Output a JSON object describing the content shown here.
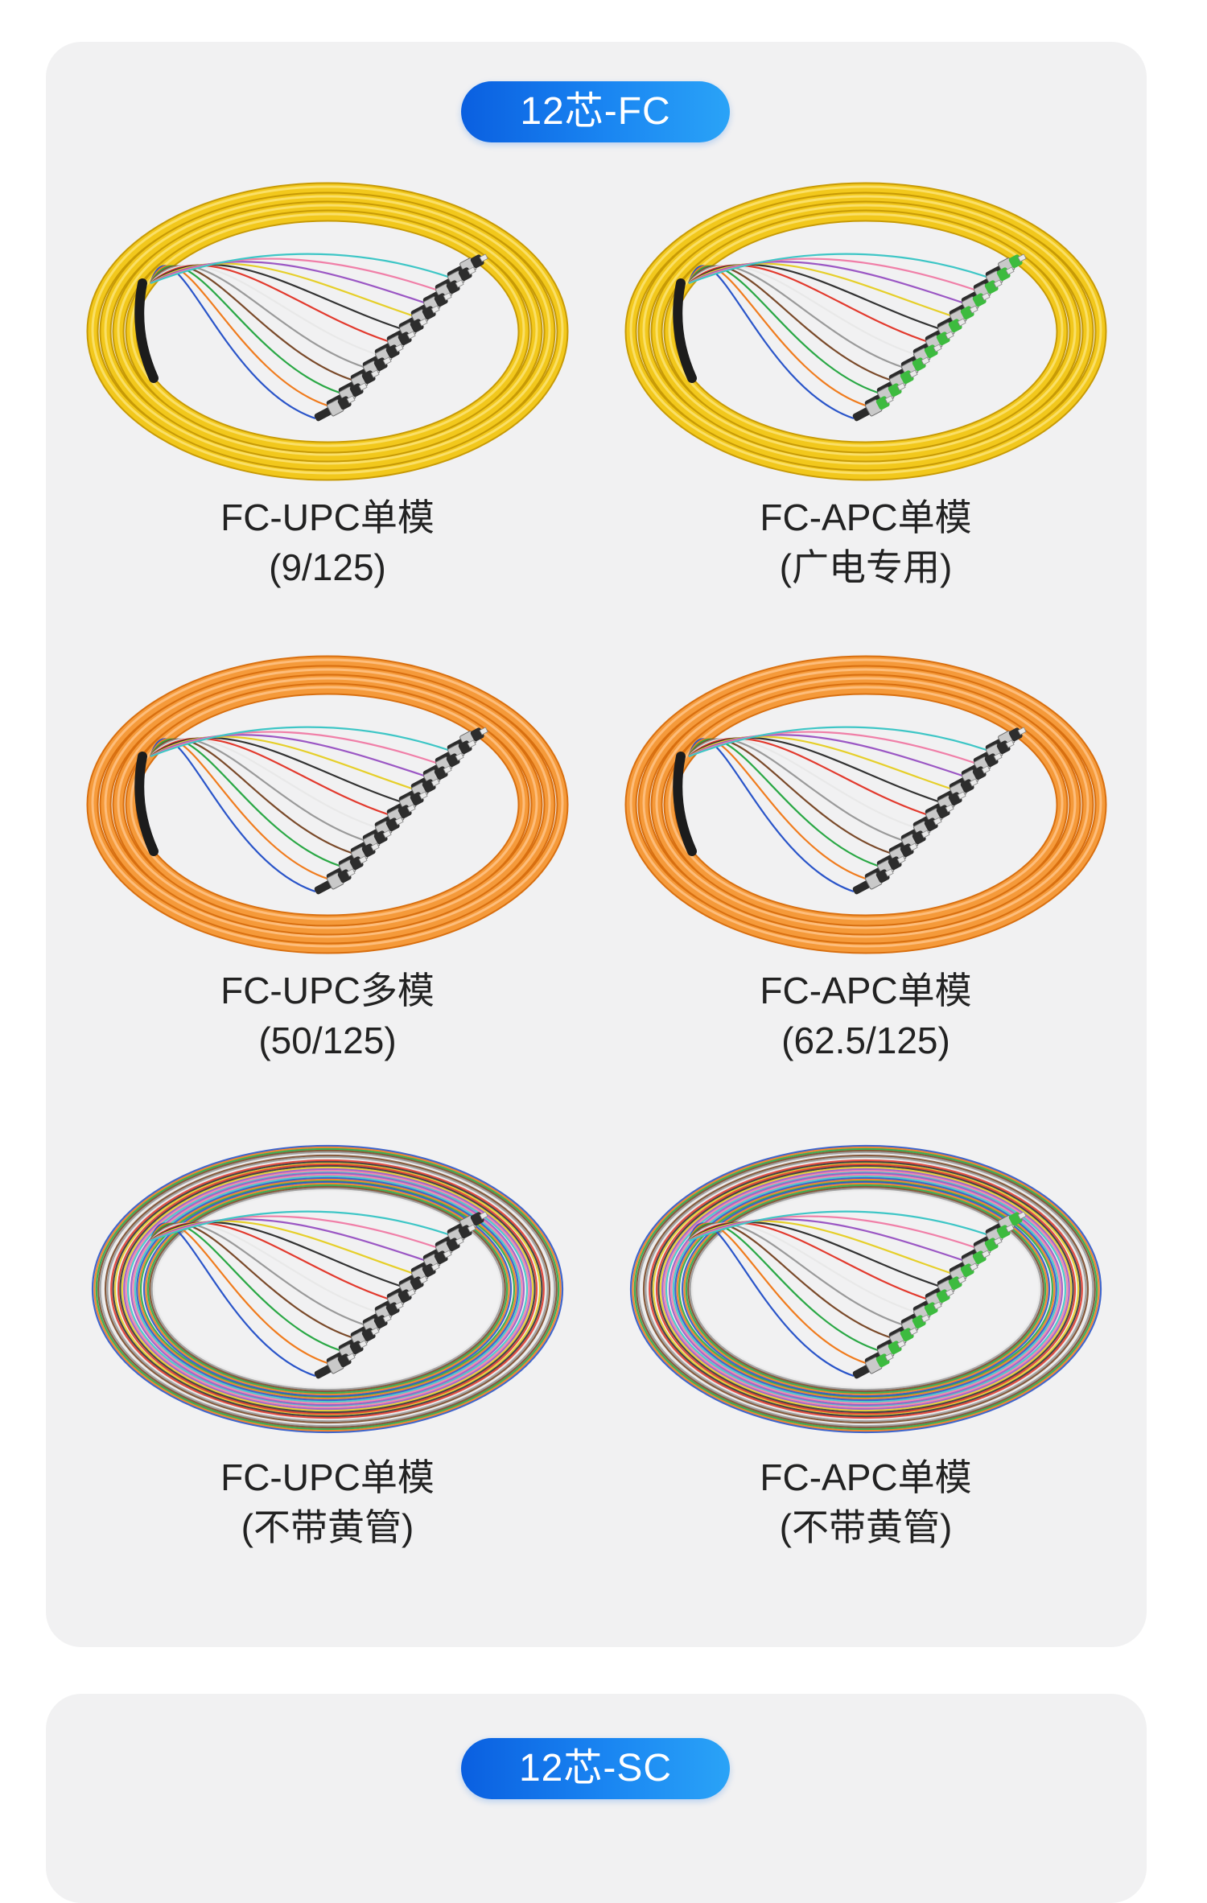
{
  "sections": [
    {
      "badge": "12芯-FC",
      "items": [
        {
          "line1": "FC-UPC单模",
          "line2": "(9/125)",
          "jacket": "yellow",
          "connector": "upc"
        },
        {
          "line1": "FC-APC单模",
          "line2": "(广电专用)",
          "jacket": "yellow",
          "connector": "apc"
        },
        {
          "line1": "FC-UPC多模",
          "line2": "(50/125)",
          "jacket": "orange",
          "connector": "upc"
        },
        {
          "line1": "FC-APC单模",
          "line2": "(62.5/125)",
          "jacket": "orange",
          "connector": "upc"
        },
        {
          "line1": "FC-UPC单模",
          "line2": "(不带黄管)",
          "jacket": "bare",
          "connector": "upc"
        },
        {
          "line1": "FC-APC单模",
          "line2": "(不带黄管)",
          "jacket": "bare",
          "connector": "apc"
        }
      ]
    },
    {
      "badge": "12芯-SC",
      "items": []
    }
  ],
  "colors": {
    "yellow_jacket": "#f2c81c",
    "orange_jacket": "#f59a3a",
    "badge_start": "#0a5fe0",
    "badge_end": "#2aa3f7",
    "apc_boot": "#3dbb3f",
    "upc_boot": "#2d2d2d",
    "fiber_colors": [
      "#2a55c9",
      "#f07c1e",
      "#2aa845",
      "#7a4a2a",
      "#9a9a9a",
      "#e8e8e8",
      "#e23a2e",
      "#333333",
      "#e6cf2a",
      "#9b57c4",
      "#f07fa8",
      "#3ec6c6"
    ]
  }
}
